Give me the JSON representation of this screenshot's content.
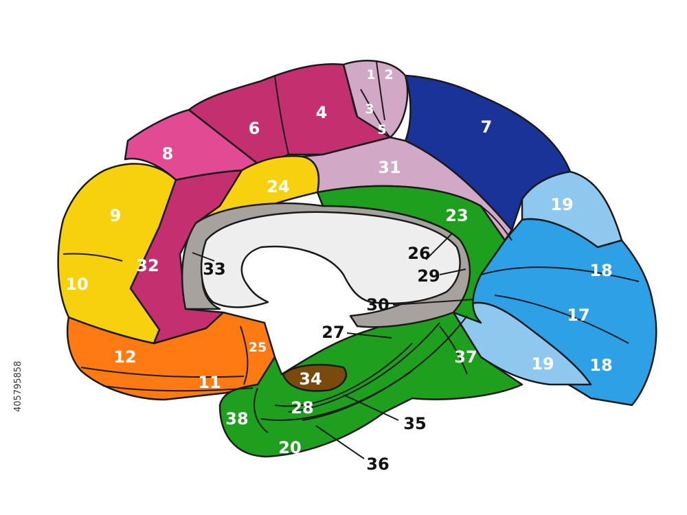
{
  "colors": {
    "magenta": "#c4306f",
    "pink": "#e24a93",
    "lavender": "#d1a8c6",
    "navy": "#1a3399",
    "sky_light": "#8ec8ef",
    "sky": "#2da0e6",
    "yellow": "#f7d10e",
    "orange": "#ff7a13",
    "green": "#1ea01e",
    "brown": "#7a4a0c",
    "gray": "#a8a29e",
    "white_matter": "#eeeeee"
  },
  "areas": [
    {
      "id": "a1",
      "label": "1"
    },
    {
      "id": "a2",
      "label": "2"
    },
    {
      "id": "a3",
      "label": "3"
    },
    {
      "id": "a4",
      "label": "4"
    },
    {
      "id": "a5",
      "label": "5"
    },
    {
      "id": "a6",
      "label": "6"
    },
    {
      "id": "a7",
      "label": "7"
    },
    {
      "id": "a8",
      "label": "8"
    },
    {
      "id": "a9",
      "label": "9"
    },
    {
      "id": "a10",
      "label": "10"
    },
    {
      "id": "a11",
      "label": "11"
    },
    {
      "id": "a12",
      "label": "12"
    },
    {
      "id": "a17",
      "label": "17"
    },
    {
      "id": "a18a",
      "label": "18"
    },
    {
      "id": "a18b",
      "label": "18"
    },
    {
      "id": "a19a",
      "label": "19"
    },
    {
      "id": "a19b",
      "label": "19"
    },
    {
      "id": "a20",
      "label": "20"
    },
    {
      "id": "a23",
      "label": "23"
    },
    {
      "id": "a24",
      "label": "24"
    },
    {
      "id": "a25",
      "label": "25"
    },
    {
      "id": "a26",
      "label": "26"
    },
    {
      "id": "a27",
      "label": "27"
    },
    {
      "id": "a28",
      "label": "28"
    },
    {
      "id": "a29",
      "label": "29"
    },
    {
      "id": "a30",
      "label": "30"
    },
    {
      "id": "a31",
      "label": "31"
    },
    {
      "id": "a32",
      "label": "32"
    },
    {
      "id": "a33",
      "label": "33"
    },
    {
      "id": "a34",
      "label": "34"
    },
    {
      "id": "a35",
      "label": "35"
    },
    {
      "id": "a36",
      "label": "36"
    },
    {
      "id": "a37",
      "label": "37"
    },
    {
      "id": "a38",
      "label": "38"
    }
  ],
  "stock_id": "405795858"
}
